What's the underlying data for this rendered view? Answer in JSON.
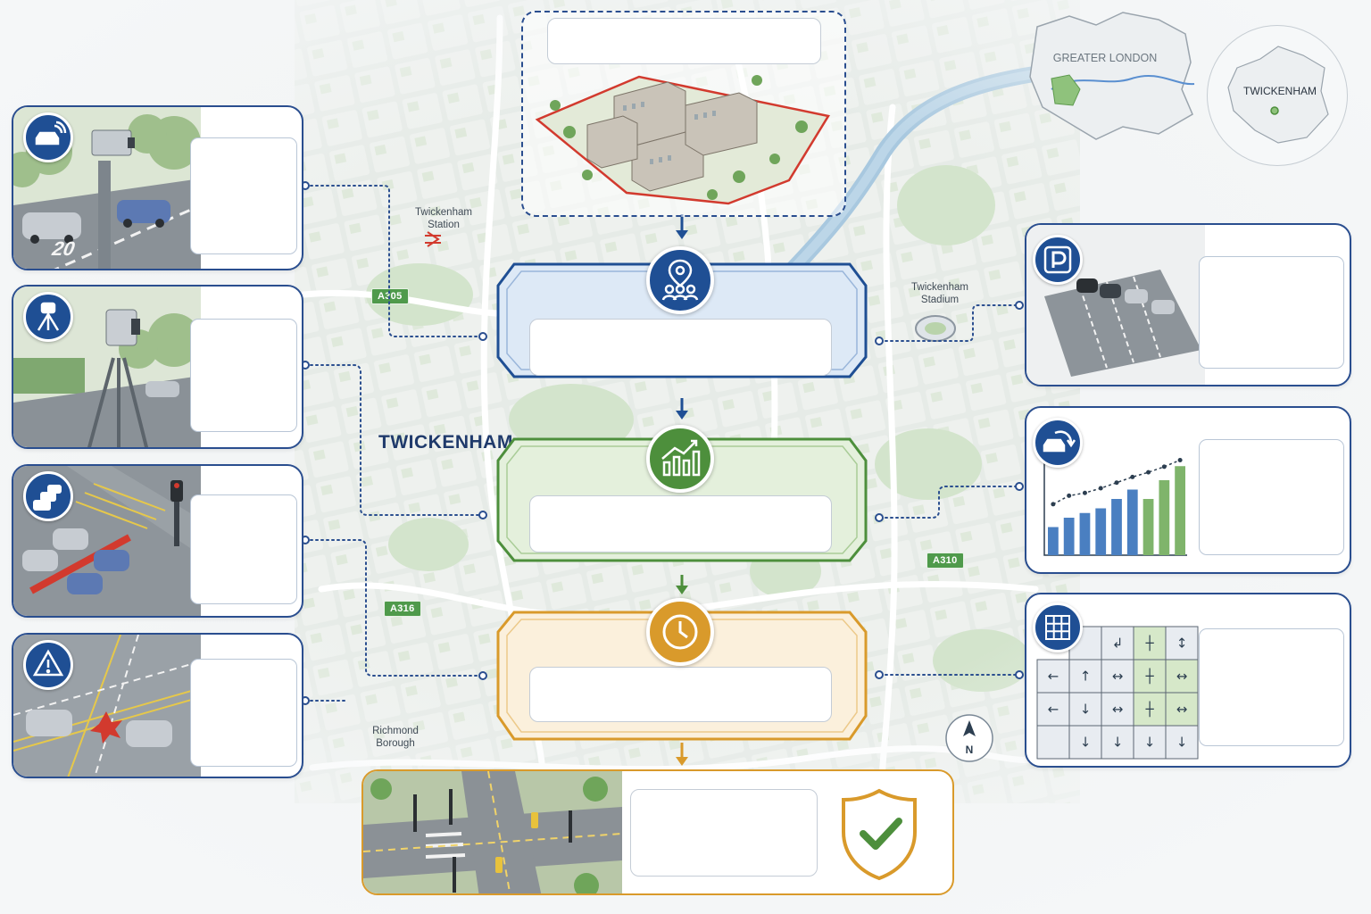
{
  "map": {
    "town_label": "TWICKENHAM",
    "places": {
      "station": [
        "Twickenham",
        "Station"
      ],
      "stadium": [
        "Twickenham",
        "Stadium"
      ],
      "borough": [
        "Richmond",
        "Borough"
      ]
    },
    "roads": [
      "A305",
      "A316",
      "A310"
    ],
    "compass": "N"
  },
  "inset_maps": {
    "region_label": "GREATER LONDON",
    "local_label": "TWICKENHAM"
  },
  "left_cards": [
    {
      "icon": "traffic-sensor-car-icon",
      "scene": "speed-camera-road",
      "road_marking": "20"
    },
    {
      "icon": "survey-tripod-icon",
      "scene": "tripod-traffic-counter"
    },
    {
      "icon": "traffic-queue-icon",
      "scene": "queueing-junction"
    },
    {
      "icon": "warning-triangle-icon",
      "scene": "collision-junction"
    }
  ],
  "right_cards": [
    {
      "icon": "parking-p-icon",
      "scene": "car-park"
    },
    {
      "icon": "car-turn-arrow-icon",
      "scene": "growth-bar-chart"
    },
    {
      "icon": "grid-matrix-icon",
      "scene": "turning-movement-matrix"
    }
  ],
  "center_stages": [
    {
      "icon": "location-people-icon",
      "color": "#1f4f94",
      "fill": "#dde9f6"
    },
    {
      "icon": "growth-chart-icon",
      "color": "#4d8f3c",
      "fill": "#e4f0dc"
    },
    {
      "icon": "clock-icon",
      "color": "#d99a2b",
      "fill": "#fbf0dc"
    }
  ],
  "outcome": {
    "icon": "shield-check-icon",
    "scene": "signalised-junction"
  },
  "growth_chart_data": {
    "type": "bar",
    "values": [
      3,
      4,
      4.5,
      5,
      6,
      7,
      6,
      8,
      9.5
    ],
    "trend": [
      4.3,
      5.2,
      5.5,
      6.0,
      6.6,
      7.2,
      7.7,
      8.3,
      9.0
    ]
  },
  "colors": {
    "blue": "#1f4f94",
    "green": "#4d8f3c",
    "amber": "#d99a2b",
    "red": "#d23a2e"
  }
}
